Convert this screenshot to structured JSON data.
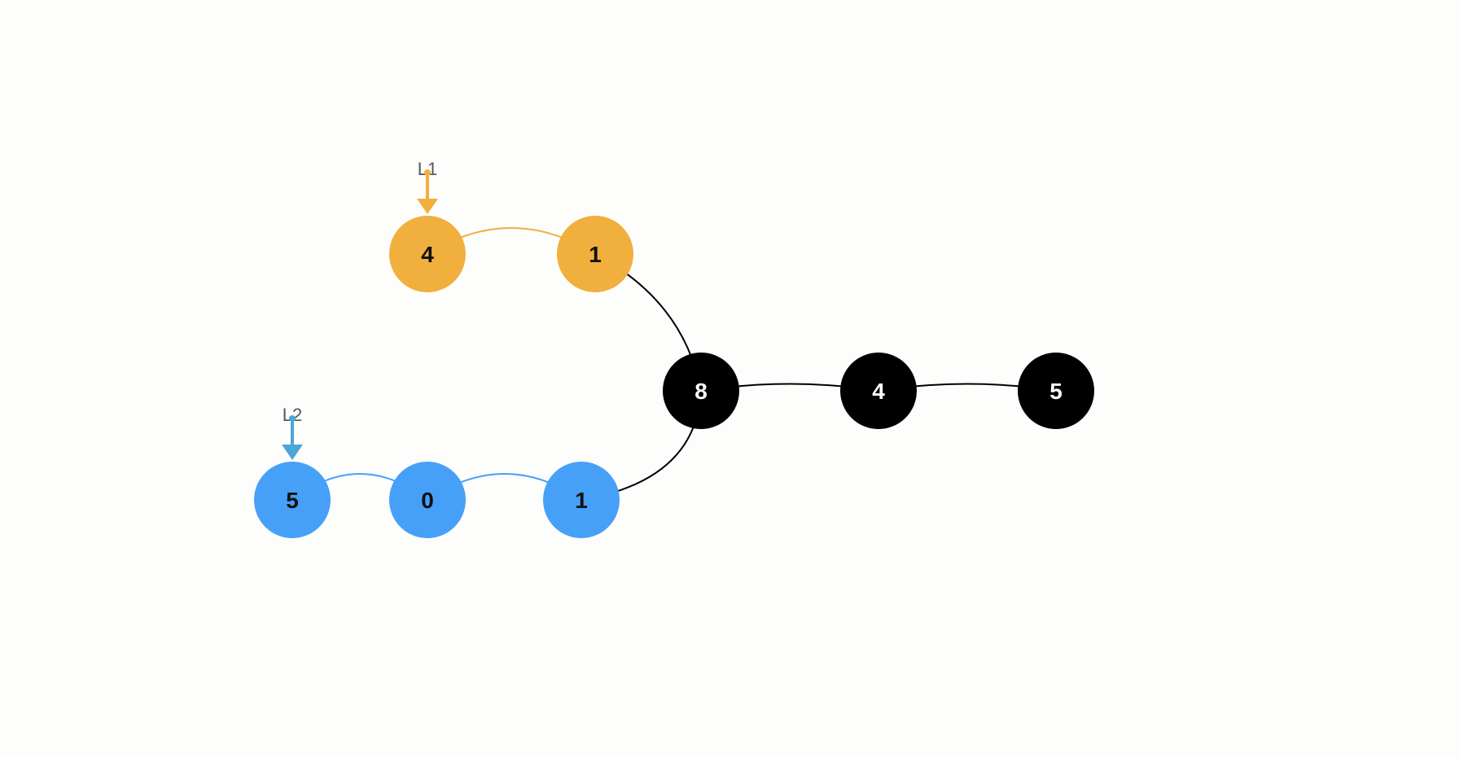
{
  "colors": {
    "background": "#fdfdfc",
    "list1": "#f1af3d",
    "list2": "#46a0f8",
    "shared": "#000000",
    "list1_text": "#111111",
    "list2_text": "#111111",
    "shared_text": "#ffffff",
    "pointer_label": "#555555",
    "l1_arrow": "#f1af3d",
    "l2_arrow": "#4aa7d6"
  },
  "pointers": [
    {
      "label": "L1",
      "target": "a1"
    },
    {
      "label": "L2",
      "target": "b1"
    }
  ],
  "nodes": [
    {
      "id": "a1",
      "value": "4",
      "group": "list1"
    },
    {
      "id": "a2",
      "value": "1",
      "group": "list1"
    },
    {
      "id": "b1",
      "value": "5",
      "group": "list2"
    },
    {
      "id": "b2",
      "value": "0",
      "group": "list2"
    },
    {
      "id": "b3",
      "value": "1",
      "group": "list2"
    },
    {
      "id": "c1",
      "value": "8",
      "group": "shared"
    },
    {
      "id": "c2",
      "value": "4",
      "group": "shared"
    },
    {
      "id": "c3",
      "value": "5",
      "group": "shared"
    }
  ],
  "edges": [
    {
      "from": "a1",
      "to": "a2",
      "group": "list1"
    },
    {
      "from": "a2",
      "to": "c1",
      "group": "shared"
    },
    {
      "from": "b1",
      "to": "b2",
      "group": "list2"
    },
    {
      "from": "b2",
      "to": "b3",
      "group": "list2"
    },
    {
      "from": "b3",
      "to": "c1",
      "group": "shared"
    },
    {
      "from": "c1",
      "to": "c2",
      "group": "shared"
    },
    {
      "from": "c2",
      "to": "c3",
      "group": "shared"
    }
  ]
}
